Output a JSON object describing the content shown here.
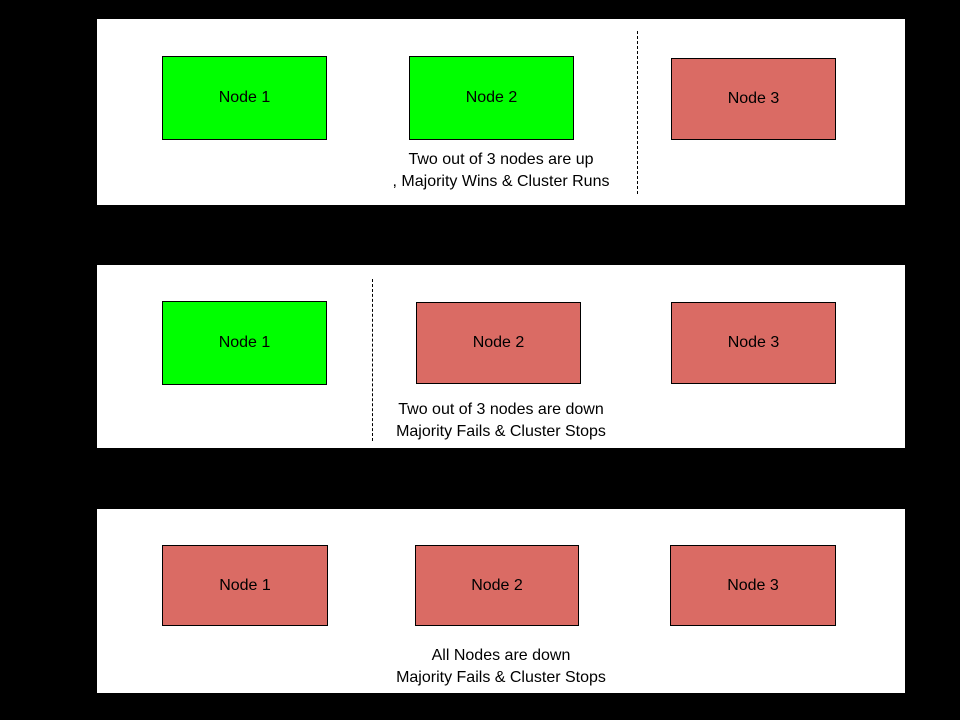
{
  "colors": {
    "background": "#000000",
    "panel_background": "#ffffff",
    "node_up": "#00ff00",
    "node_down": "#da6b64",
    "border": "#000000"
  },
  "panels": [
    {
      "id": "two-nodes-up",
      "nodes": [
        {
          "label": "Node 1",
          "status": "up"
        },
        {
          "label": "Node 2",
          "status": "up"
        },
        {
          "label": "Node 3",
          "status": "down"
        }
      ],
      "divider_between": [
        "Node 2",
        "Node 3"
      ],
      "caption": [
        "Two out of 3 nodes are up",
        ", Majority Wins & Cluster Runs"
      ]
    },
    {
      "id": "two-nodes-down",
      "nodes": [
        {
          "label": "Node 1",
          "status": "up"
        },
        {
          "label": "Node 2",
          "status": "down"
        },
        {
          "label": "Node 3",
          "status": "down"
        }
      ],
      "divider_between": [
        "Node 1",
        "Node 2"
      ],
      "caption": [
        "Two out of 3 nodes are down",
        "Majority Fails & Cluster Stops"
      ]
    },
    {
      "id": "all-nodes-down",
      "nodes": [
        {
          "label": "Node 1",
          "status": "down"
        },
        {
          "label": "Node 2",
          "status": "down"
        },
        {
          "label": "Node 3",
          "status": "down"
        }
      ],
      "divider_between": null,
      "caption": [
        "All Nodes are down",
        "Majority Fails & Cluster Stops"
      ]
    }
  ]
}
